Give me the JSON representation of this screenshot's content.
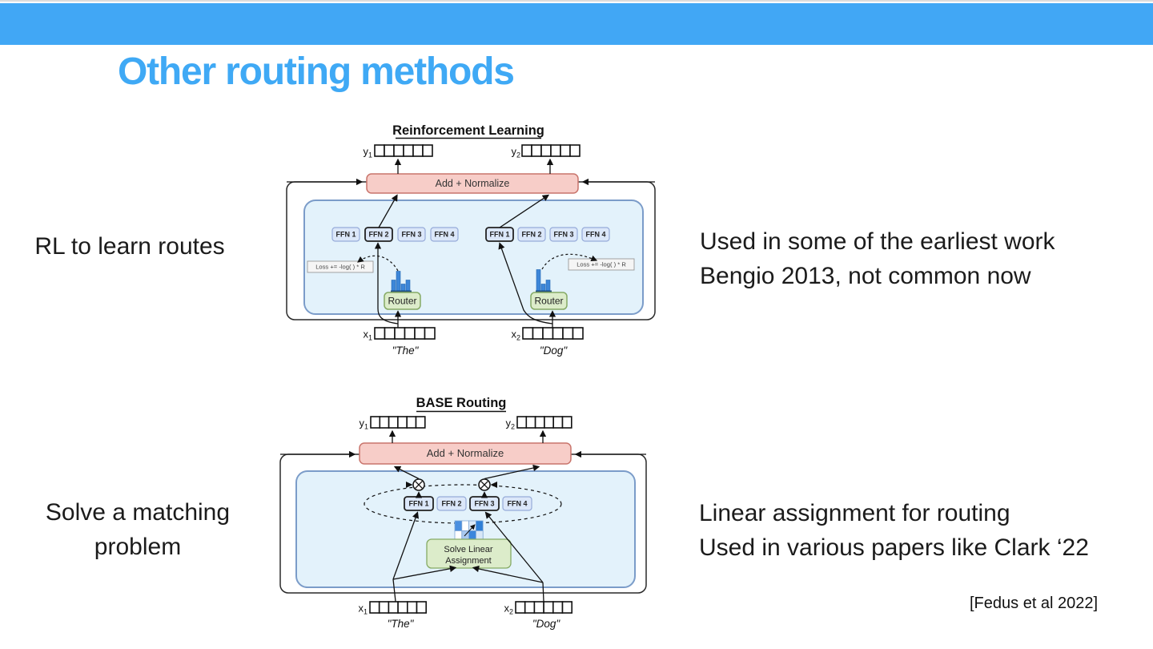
{
  "colors": {
    "header_bar": "#41a7f5",
    "title_text": "#3fa9f5",
    "body_text": "#1b1b1b",
    "addnorm_fill": "#f7cdc8",
    "addnorm_border": "#c9756c",
    "module_fill": "#e3f2fb",
    "module_border": "#7b9cc9",
    "ffn_fill": "#dbe7f9",
    "ffn_border": "#96abd9",
    "ffn_selected_border": "#222222",
    "router_fill": "#dcecca",
    "router_border": "#85aa64",
    "loss_fill": "#f5f5f5",
    "loss_border": "#999999",
    "bar_fill": "#3c86d8",
    "bar_base": "#254f77",
    "line": "#111111",
    "matrix_border": "#7ea6d4"
  },
  "header": {
    "title": "Other routing methods"
  },
  "left_labels": {
    "rl": "RL to learn routes",
    "matching_line1": "Solve a matching",
    "matching_line2": "problem"
  },
  "right_notes": {
    "rl_line1": "Used in some of the earliest work",
    "rl_line2": "Bengio 2013, not common now",
    "base_line1": "Linear assignment for routing",
    "base_line2": "Used in various papers like Clark ‘22"
  },
  "citation": "[Fedus et al 2022]",
  "rl": {
    "title": "Reinforcement Learning",
    "add_normalize": "Add + Normalize",
    "ffn_labels": [
      "FFN 1",
      "FFN 2",
      "FFN 3",
      "FFN 4"
    ],
    "selected_left": 1,
    "selected_right": 0,
    "loss_label": "Loss += -log( ) * R",
    "router_label": "Router",
    "bars_left": [
      13,
      24,
      8,
      13
    ],
    "bars_right": [
      26,
      8,
      13
    ],
    "tokens": {
      "y1_base": "y",
      "y1_sub": "1",
      "y2_base": "y",
      "y2_sub": "2",
      "x1_base": "x",
      "x1_sub": "1",
      "x2_base": "x",
      "x2_sub": "2",
      "cells": 6
    },
    "caption_x1": "\"The\"",
    "caption_x2": "\"Dog\""
  },
  "base": {
    "title": "BASE Routing",
    "add_normalize": "Add + Normalize",
    "ffn_labels": [
      "FFN 1",
      "FFN 2",
      "FFN 3",
      "FFN 4"
    ],
    "selected": [
      0,
      2
    ],
    "solver_line1": "Solve Linear",
    "solver_line2": "Assignment",
    "matrix": [
      [
        "#4a8fe0",
        "#ffffff",
        "#dbe9f8",
        "#2f7fd6"
      ],
      [
        "#ffffff",
        "#a9c9ef",
        "#3b86dc",
        "#d8e7f7"
      ]
    ],
    "tokens": {
      "y1_base": "y",
      "y1_sub": "1",
      "y2_base": "y",
      "y2_sub": "2",
      "x1_base": "x",
      "x1_sub": "1",
      "x2_base": "x",
      "x2_sub": "2",
      "cells": 6
    },
    "caption_x1": "\"The\"",
    "caption_x2": "\"Dog\""
  }
}
